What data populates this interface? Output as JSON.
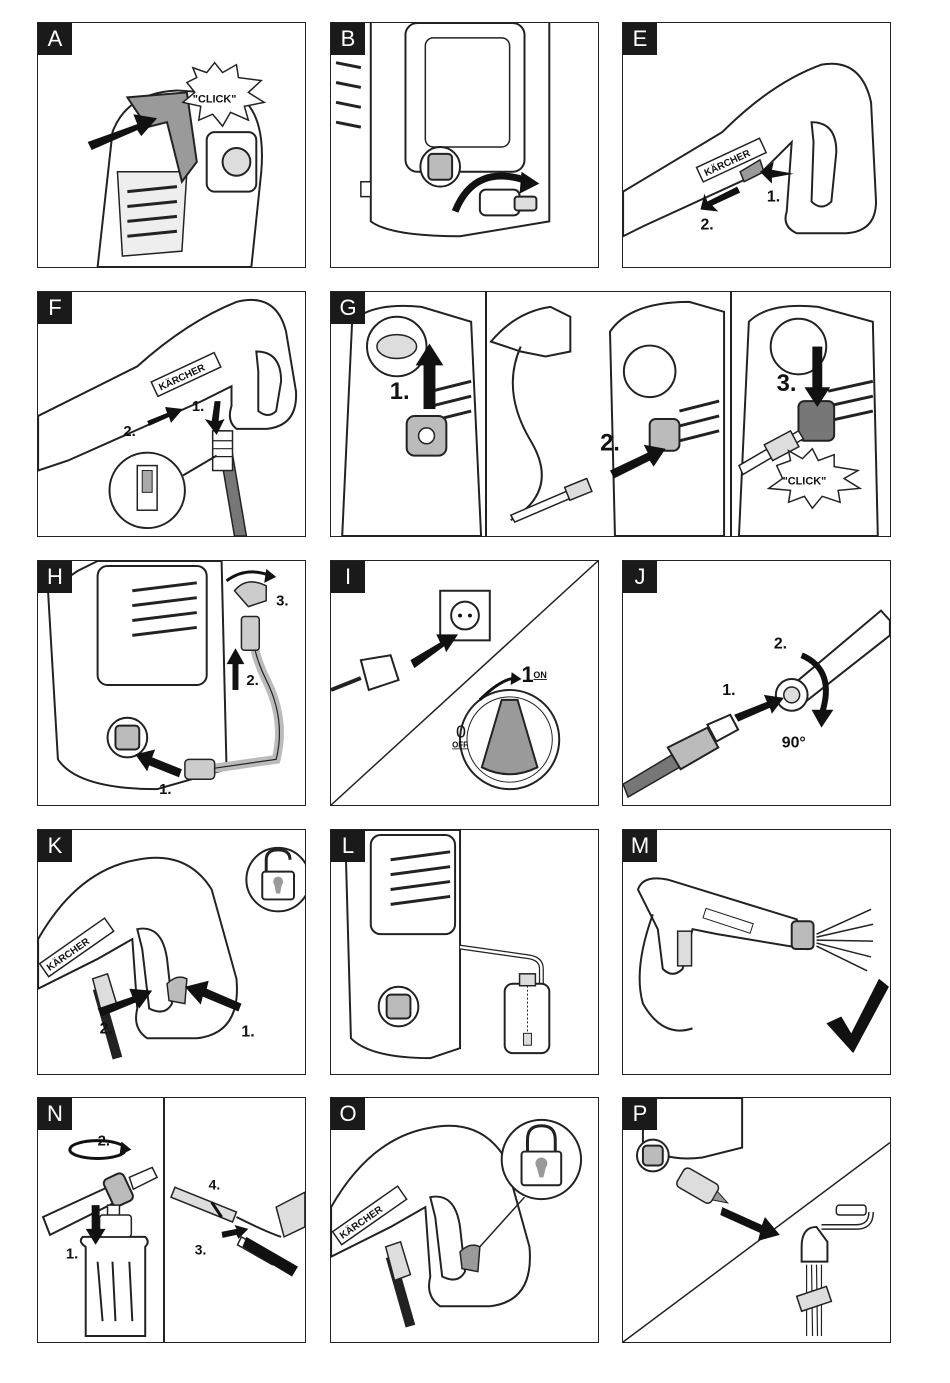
{
  "panels": [
    {
      "id": "A",
      "label": "A",
      "callouts": [
        "\"CLICK\""
      ]
    },
    {
      "id": "B",
      "label": "B",
      "callouts": []
    },
    {
      "id": "E",
      "label": "E",
      "callouts": [
        "1.",
        "2."
      ]
    },
    {
      "id": "F",
      "label": "F",
      "callouts": [
        "1.",
        "2."
      ]
    },
    {
      "id": "G",
      "label": "G",
      "callouts": [
        "1.",
        "2.",
        "3.",
        "\"CLICK\""
      ]
    },
    {
      "id": "H",
      "label": "H",
      "callouts": [
        "1.",
        "2.",
        "3."
      ]
    },
    {
      "id": "I",
      "label": "I",
      "callouts": [
        "1",
        "ON",
        "0",
        "OFF"
      ]
    },
    {
      "id": "J",
      "label": "J",
      "callouts": [
        "1.",
        "2.",
        "90°"
      ]
    },
    {
      "id": "K",
      "label": "K",
      "callouts": [
        "1.",
        "2."
      ]
    },
    {
      "id": "L",
      "label": "L",
      "callouts": []
    },
    {
      "id": "M",
      "label": "M",
      "callouts": []
    },
    {
      "id": "N",
      "label": "N",
      "callouts": [
        "1.",
        "2.",
        "3.",
        "4."
      ]
    },
    {
      "id": "O",
      "label": "O",
      "callouts": []
    },
    {
      "id": "P",
      "label": "P",
      "callouts": []
    }
  ],
  "brand": "KÄRCHER",
  "icons": {
    "unlock": "padlock-open-icon",
    "lock": "padlock-closed-icon",
    "check": "checkmark-icon"
  },
  "colors": {
    "label_bg": "#1a1a1a",
    "line": "#222222",
    "shade": "#9a9a9a",
    "light_shade": "#cfcfcf"
  }
}
